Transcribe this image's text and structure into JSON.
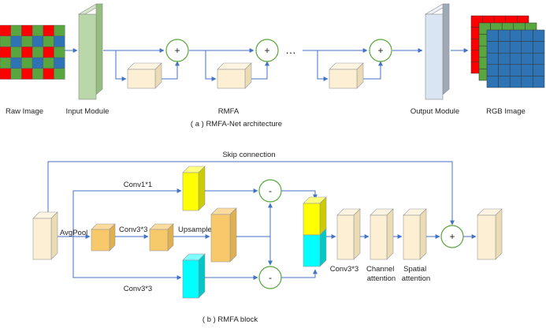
{
  "part_a": {
    "caption": "( a ) RMFA-Net architecture",
    "raw_image_label": "Raw Image",
    "input_module_label": "Input Module",
    "rmfa_label": "RMFA",
    "ellipsis": "…",
    "output_module_label": "Output Module",
    "rgb_image_label": "RGB Image",
    "add_symbol": "+"
  },
  "part_b": {
    "caption": "( b ) RMFA block",
    "skip_label": "Skip connection",
    "conv1x1_label": "Conv1*1",
    "avgpool_label": "AvgPool",
    "conv3x3_mid_label": "Conv3*3",
    "upsample_label": "Upsample",
    "conv3x3_bottom_label": "Conv3*3",
    "conv3x3_right_label": "Conv3*3",
    "channel_attention_label": "Channel\nattention",
    "spatial_attention_label": "Spatial\nattention",
    "subtract_symbol": "-",
    "add_symbol": "+"
  },
  "colors": {
    "arrow": "#4472c4",
    "circle": "#58a63c",
    "input_module": "#b9d7a8",
    "output_module": "#dae5f3",
    "block_light": "#fcefd4",
    "block_orange": "#f8c96a",
    "yellow": "#ffff00",
    "cyan": "#00ffff",
    "bayer_red": "#ff0000",
    "bayer_green": "#59a540",
    "bayer_blue": "#2e74b5"
  }
}
